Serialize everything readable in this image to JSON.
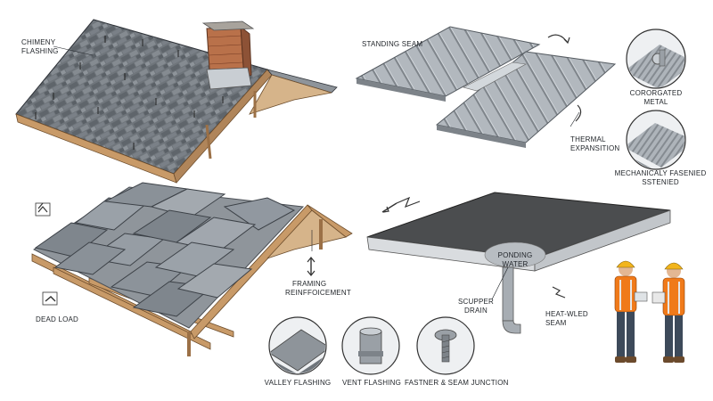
{
  "labels": {
    "chimney_flashing_l1": "CHIMENY",
    "chimney_flashing_l2": "FLASHING",
    "standing_seam": "STANDING SEAM",
    "corrugated_l1": "CORORGATED",
    "corrugated_l2": "METAL",
    "thermal_l1": "THERMAL",
    "thermal_l2": "EXPANSITION",
    "mech_l1": "MECHANICALY FASENIED",
    "mech_l2": "SSTENIED",
    "dead_load": "DEAD LOAD",
    "framing_l1": "FRAMING",
    "framing_l2": "REINFFOICEMENT",
    "ponding_l1": "PONDING",
    "ponding_l2": "WATER",
    "scupper_l1": "SCUPPER",
    "scupper_l2": "DRAIN",
    "heat_l1": "HEAT-WLED",
    "heat_l2": "SEAM",
    "valley_flashing": "VALLEY FLASHING",
    "vent_flashing": "VENT FLASHING",
    "fastner_seam": "FASTNER & SEAM JUNCTION"
  },
  "colors": {
    "shingle_dark": "#5d6268",
    "shingle_mid": "#7a8087",
    "shingle_light": "#9aa0a6",
    "wood": "#c89a68",
    "wood_dark": "#9b7046",
    "brick": "#b9714a",
    "metal": "#a7adb3",
    "metal_dark": "#7d8389",
    "membrane": "#4b4d4f",
    "ponding": "#b8bdc2",
    "vest": "#f07a1a",
    "hat": "#f2b51c",
    "ink": "#1f2328"
  }
}
